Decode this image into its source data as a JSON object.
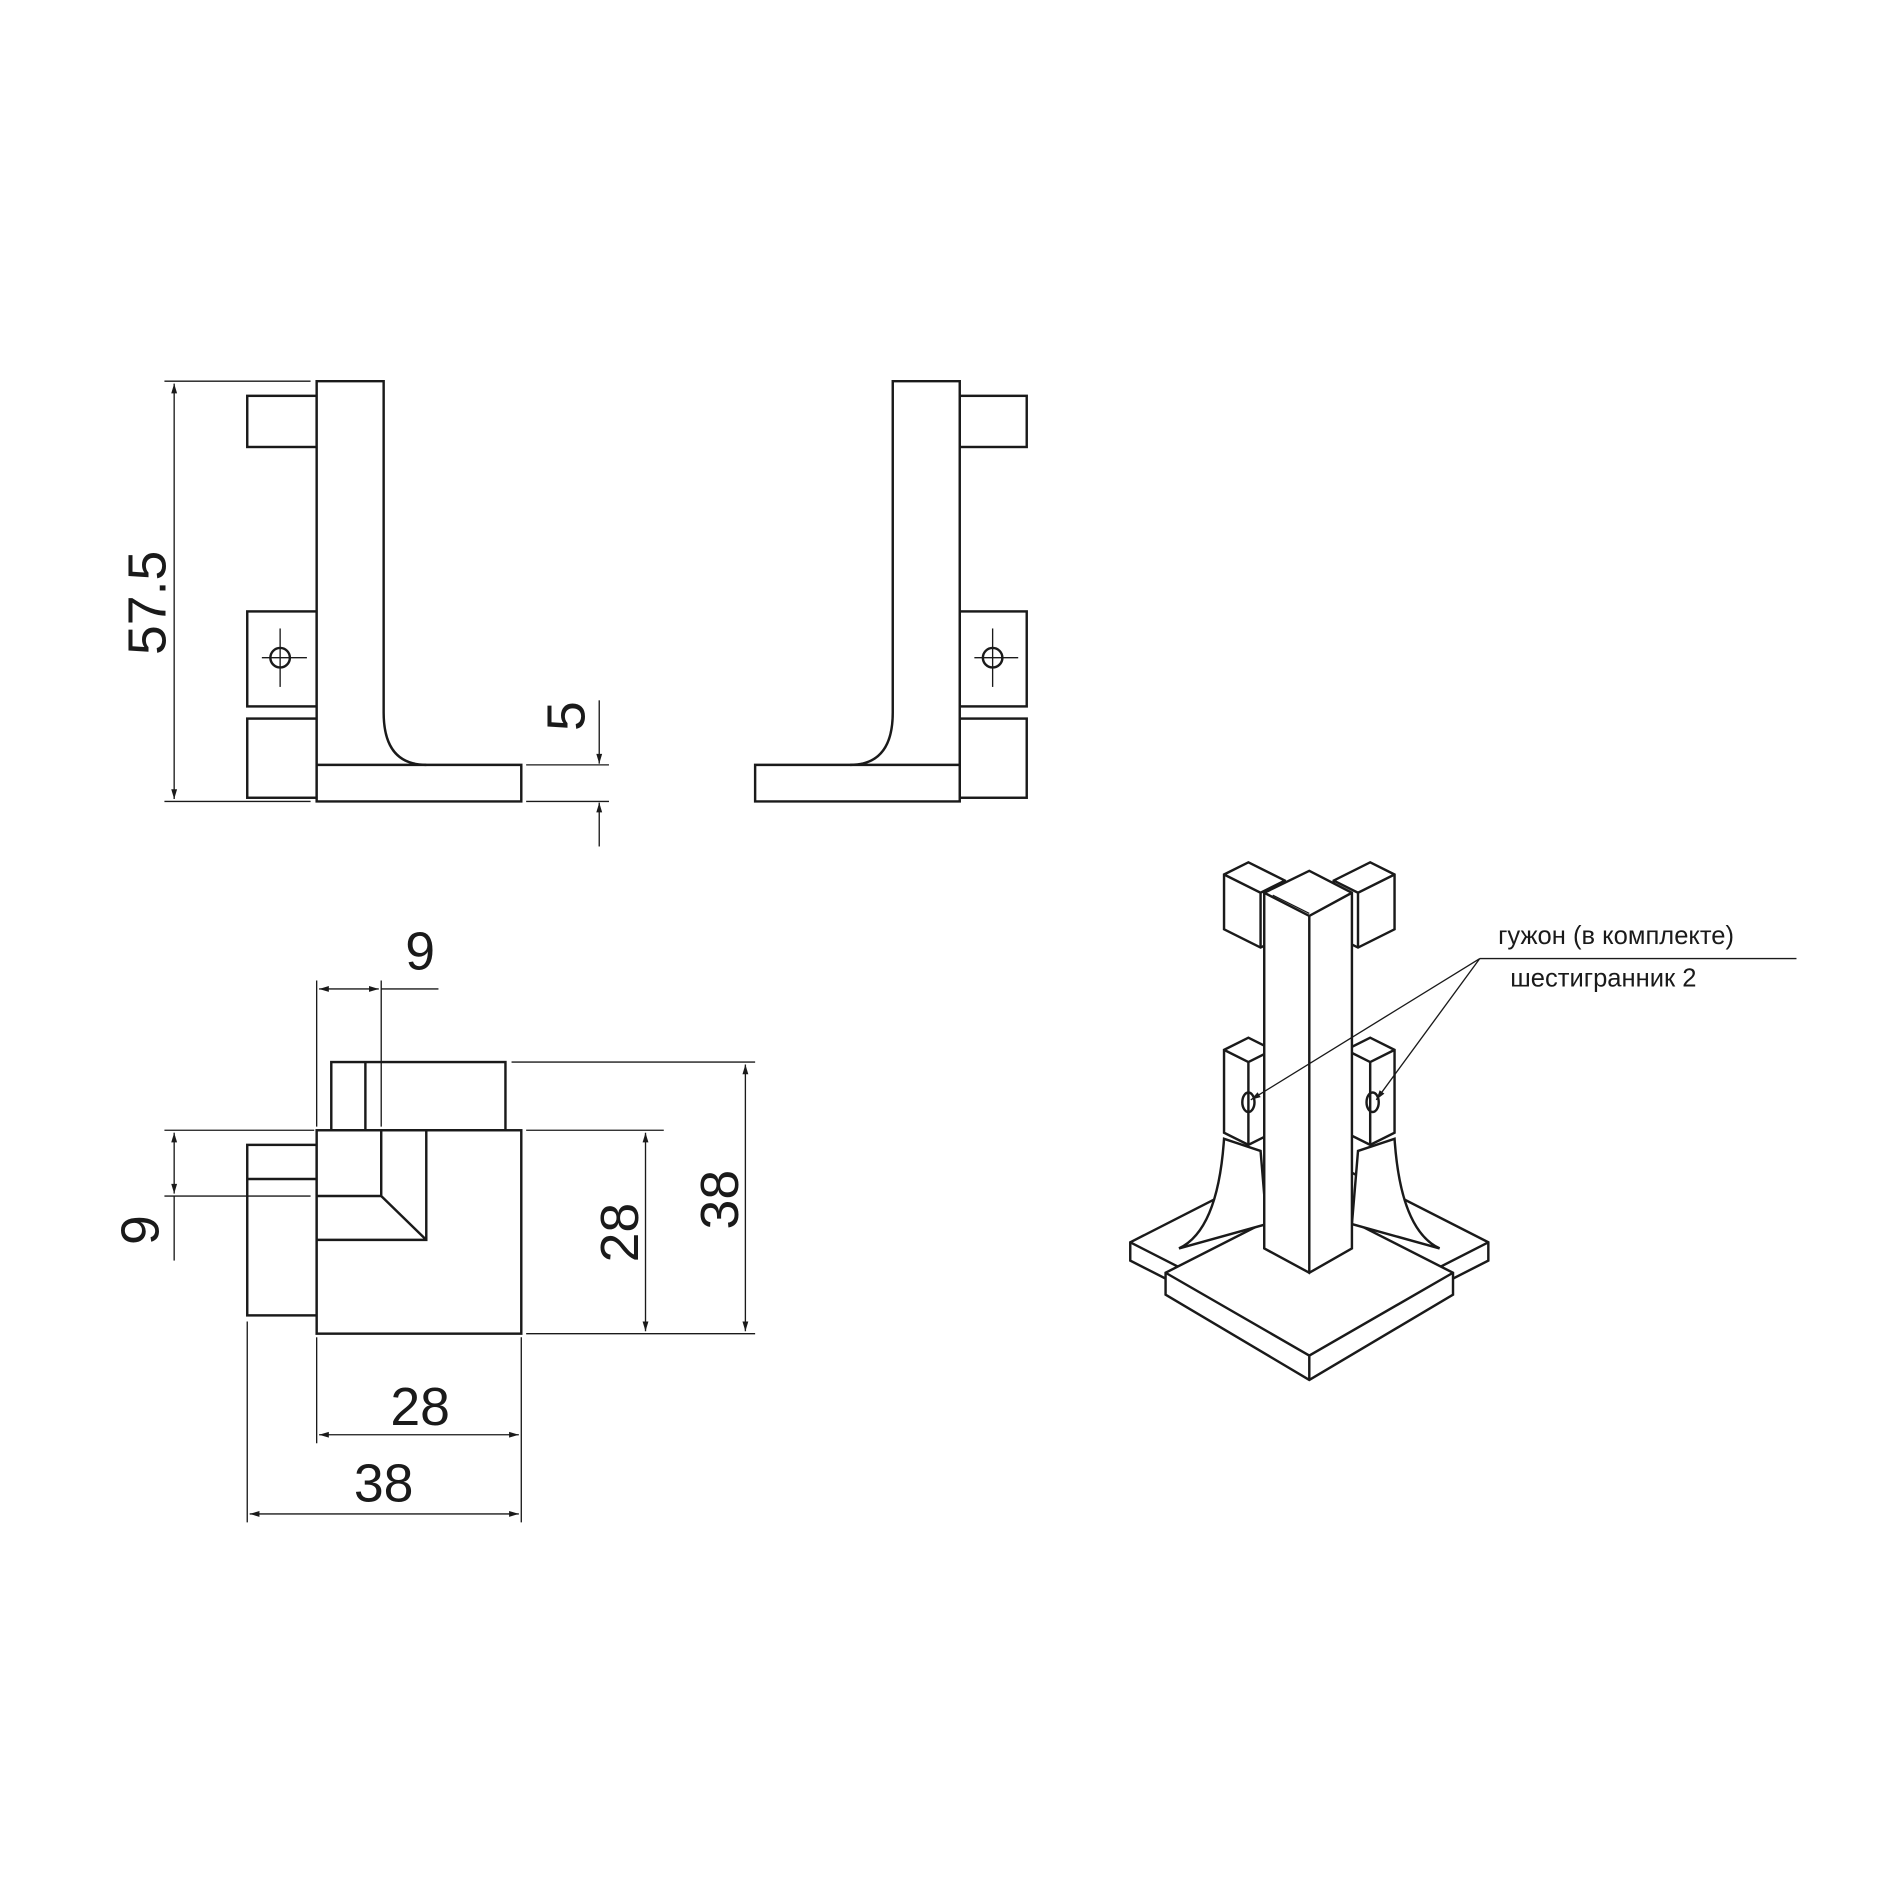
{
  "dimensions": {
    "height_total": "57.5",
    "base_thickness": "5",
    "tab_width_top": "9",
    "tab_width_left": "9",
    "inner_height": "28",
    "outer_height": "38",
    "inner_width": "28",
    "outer_width": "38"
  },
  "callout": {
    "line1": "гужон (в комплекте)",
    "line2": "шестигранник 2"
  }
}
